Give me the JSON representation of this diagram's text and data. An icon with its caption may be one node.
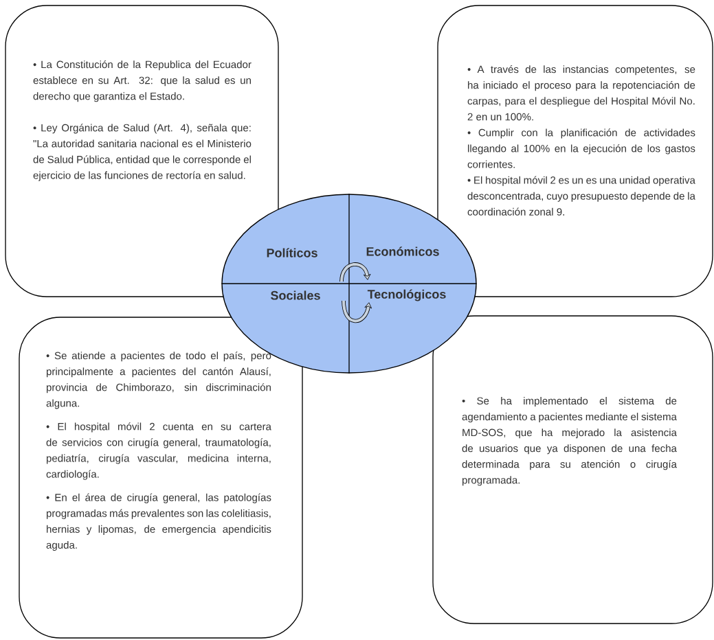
{
  "diagram": {
    "nodes": [
      {
        "text": [
          "• La Constitución de la Republica del Ecuador establece en su Art. 32: que la salud es un derecho que garantiza el Estado.",
          "• Ley Orgánica de Salud (Art. 4), señala que: \"La autoridad sanitaria nacional es el Ministerio de Salud Pública, entidad que le corresponde el ejercicio de las funciones de rectoría en salud."
        ]
      },
      {
        "text": [
          "• A través de las instancias competentes, se ha iniciado el proceso para la repotenciación de carpas, para el despliegue del Hospital Móvil No. 2 en un 100%.",
          "• Cumplir con la planificación de actividades llegando al 100% en la ejecución de los gastos corrientes.",
          "• El hospital móvil 2 es un es una unidad operativa desconcentrada, cuyo presupuesto depende de la coordinación zonal 9."
        ]
      },
      {
        "text": [
          "Políticos",
          "Económicos",
          "Sociales",
          "Tecnológicos"
        ]
      },
      {
        "text": [
          "• Se atiende a pacientes de todo el país, pero principalmente a pacientes del cantón Alausí, provincia de Chimborazo, sin discriminación alguna.",
          "• El hospital móvil 2 cuenta en su cartera de servicios con cirugía general, traumatología, pediatría, cirugía vascular, medicina interna, cardiología.",
          "• En el área de cirugía general, las patologías programadas más prevalentes son las colelitiasis, hernias y lipomas, de emergencia apendicitis aguda."
        ]
      },
      {
        "text": [
          "• Se ha implementado el sistema de agendamiento a pacientes mediante el sistema MD-SOS, que ha mejorado la asistencia de usuarios que ya disponen de una fecha determinada para su atención o cirugía programada."
        ]
      }
    ]
  }
}
